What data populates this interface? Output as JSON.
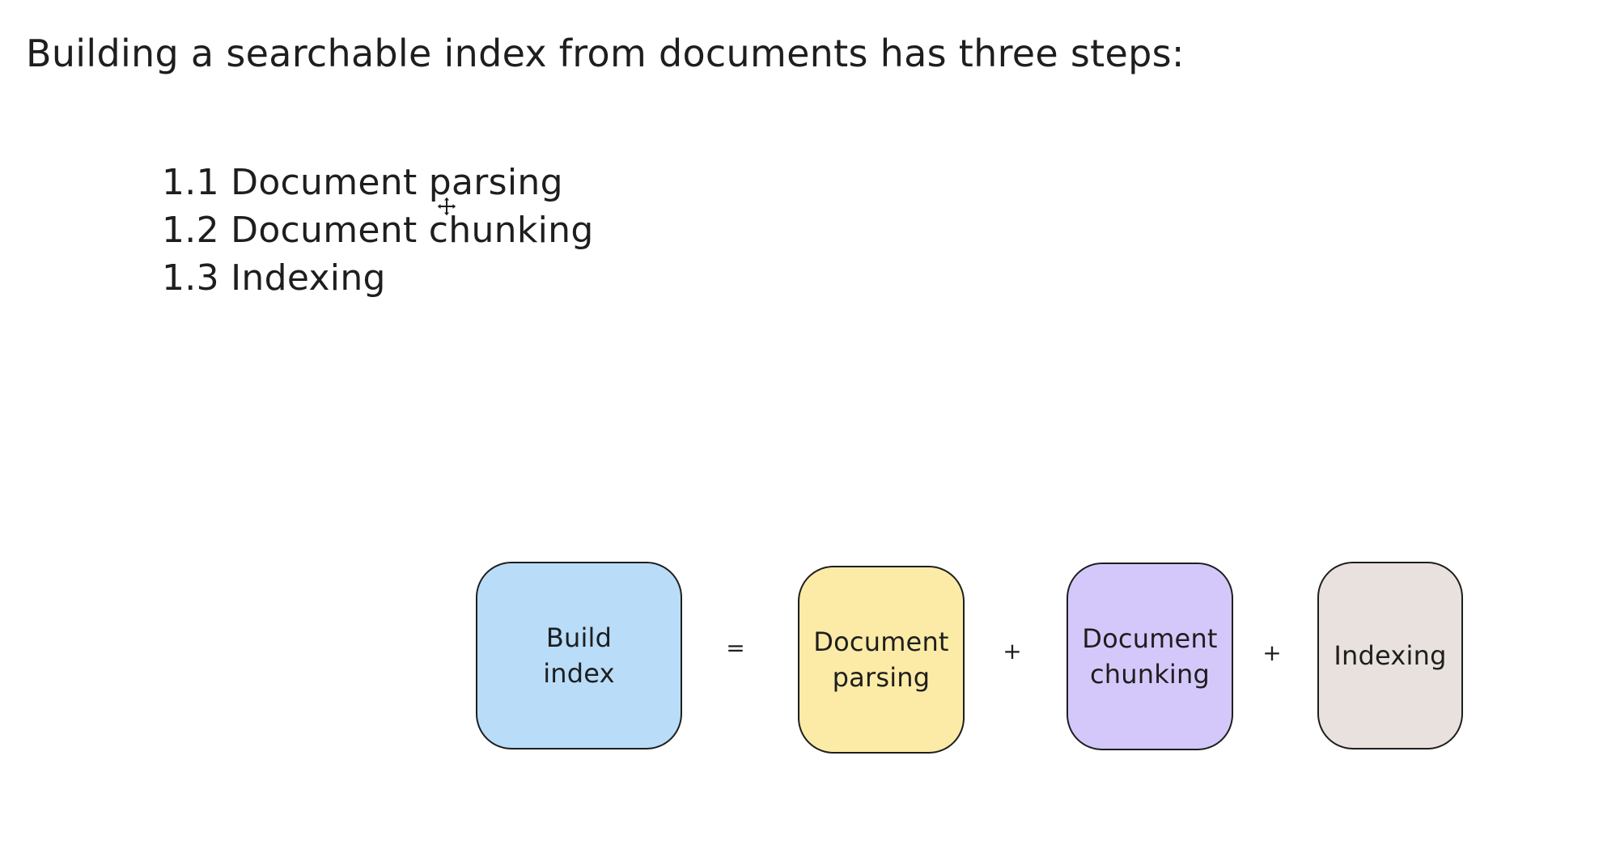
{
  "heading": "Building a searchable index from documents has three steps:",
  "steps": [
    "1.1 Document parsing",
    "1.2 Document chunking",
    "1.3 Indexing"
  ],
  "diagram": {
    "boxes": [
      {
        "lines": [
          "Build",
          "index"
        ],
        "color": "#b9dcf8"
      },
      {
        "lines": [
          "Document",
          "parsing"
        ],
        "color": "#fbeba6"
      },
      {
        "lines": [
          "Document",
          "chunking"
        ],
        "color": "#d4c8fb"
      },
      {
        "lines": [
          "Indexing"
        ],
        "color": "#e8e1dd"
      }
    ],
    "operators": [
      "=",
      "+",
      "+"
    ]
  },
  "cursor": {
    "icon": "move-cursor-icon"
  }
}
